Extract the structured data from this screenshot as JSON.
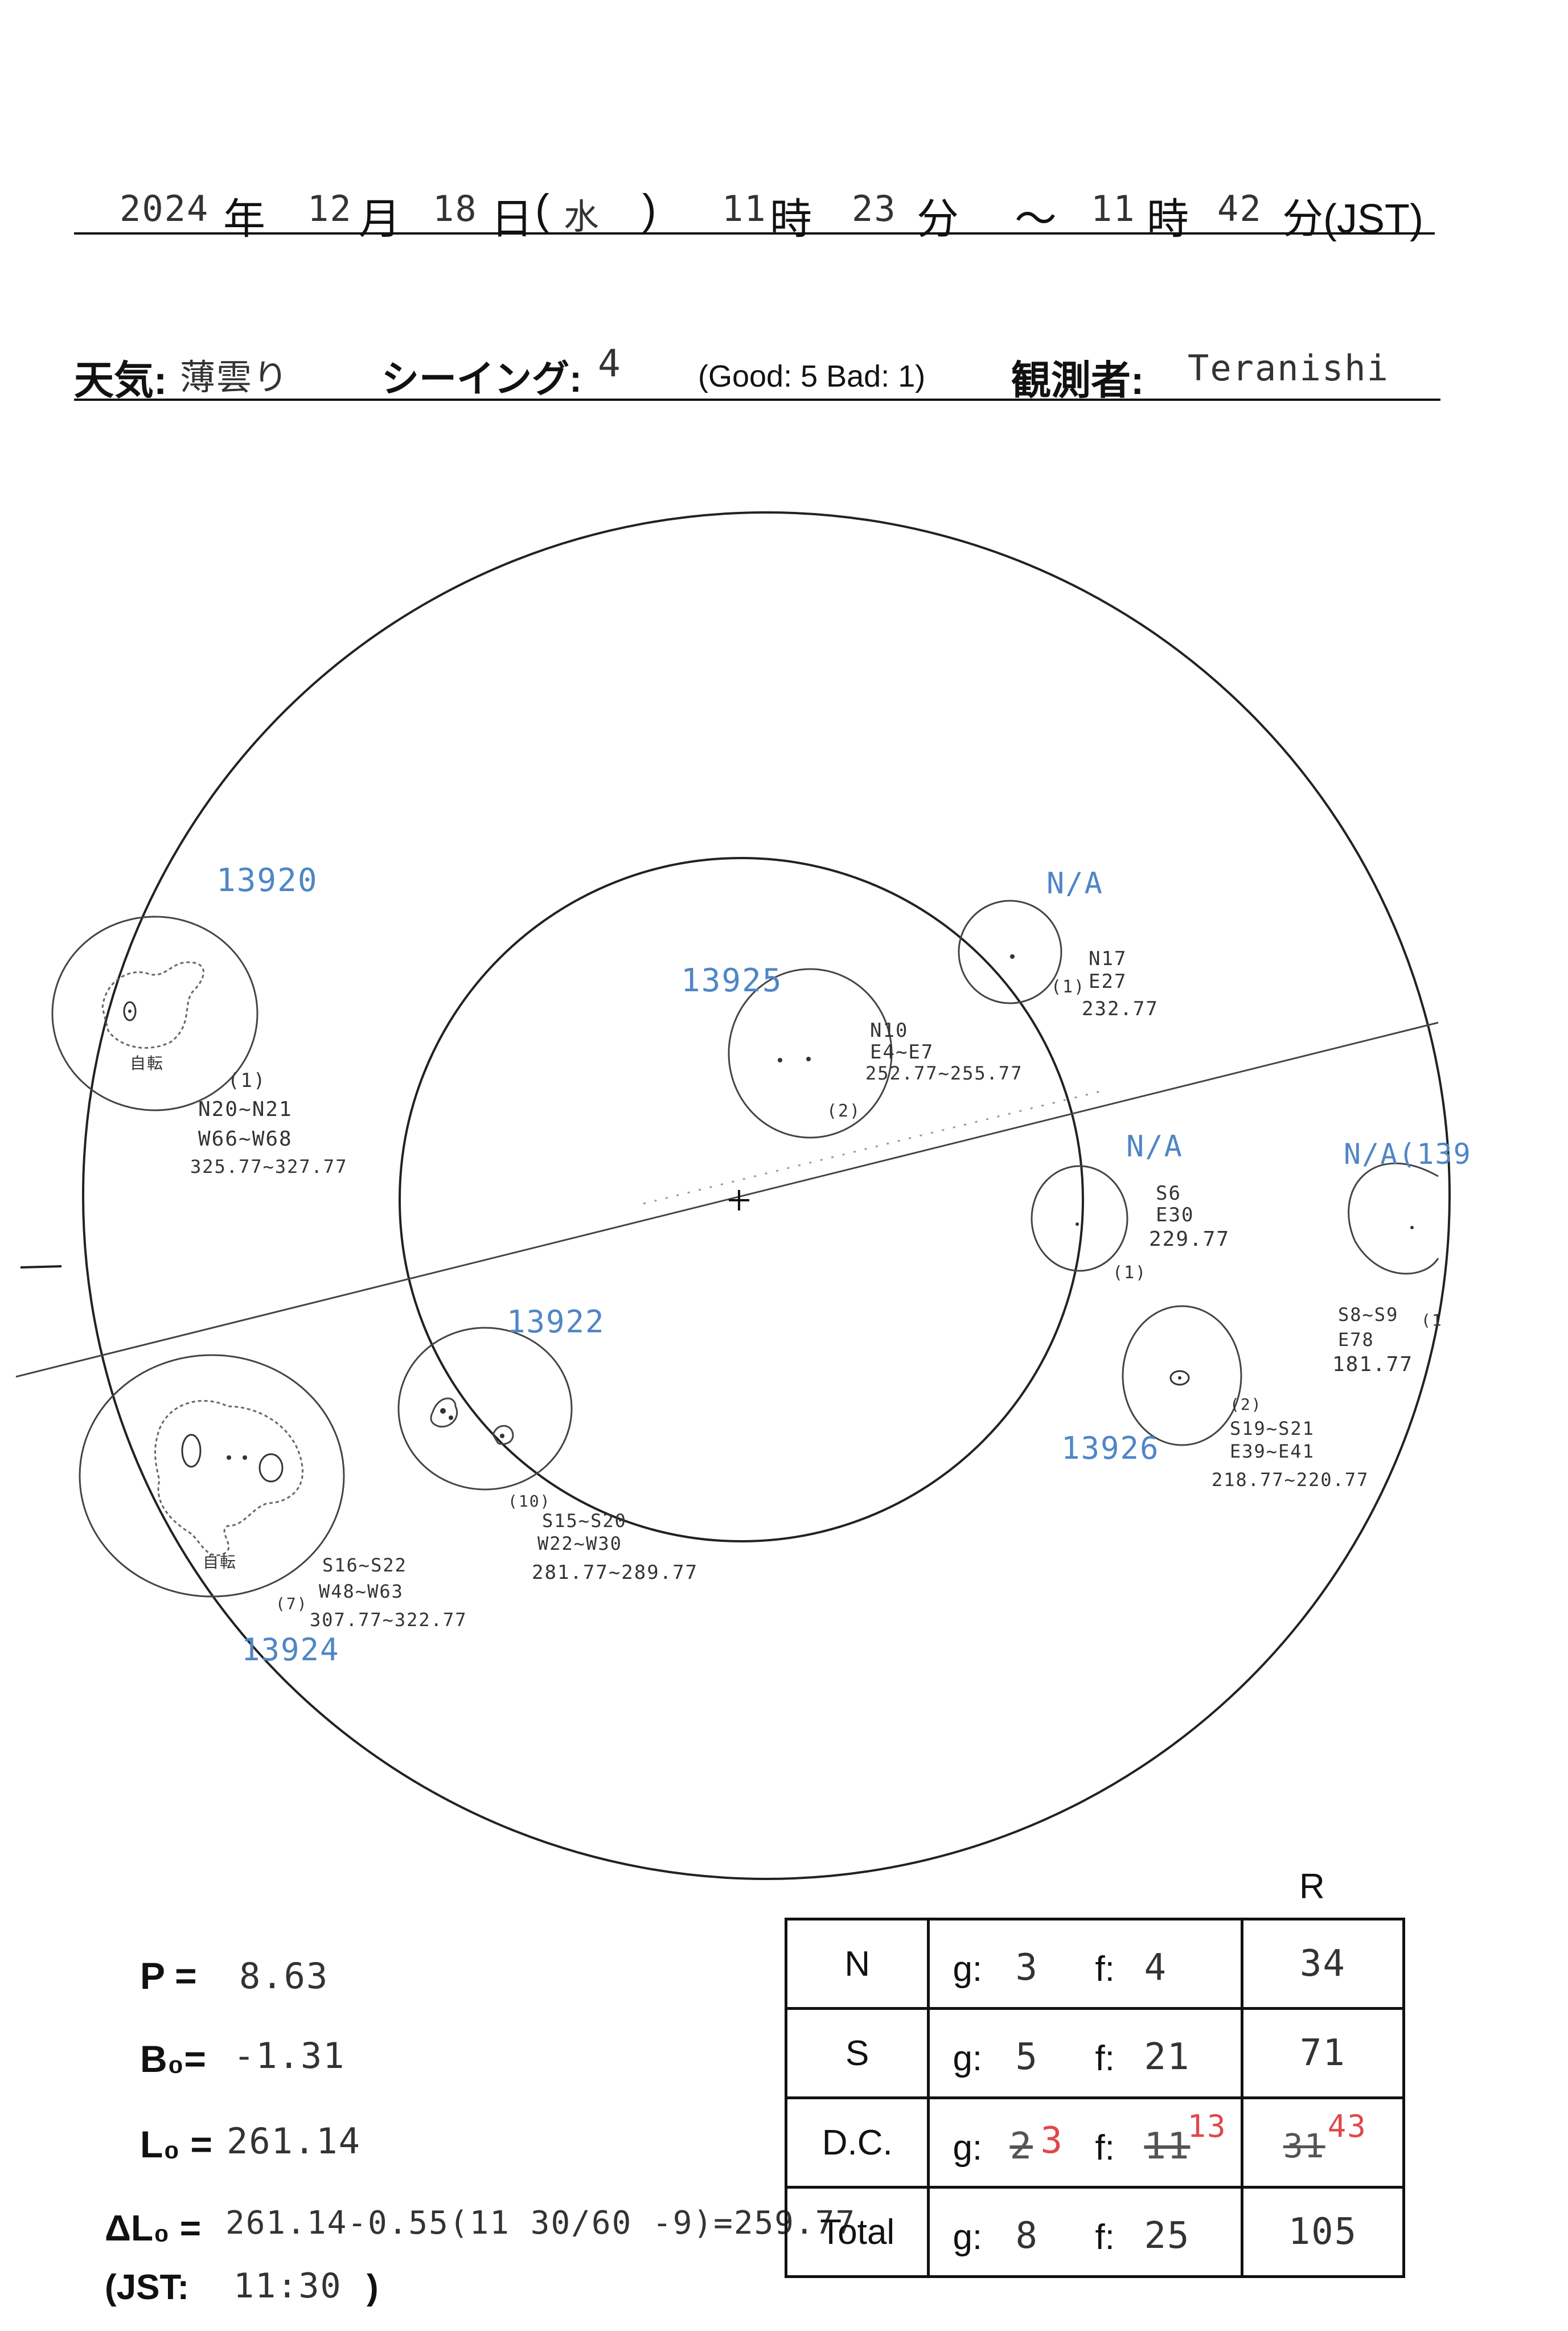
{
  "header": {
    "year": "2024",
    "year_unit": "年",
    "month": "12",
    "month_unit": "月",
    "day": "18",
    "day_unit": "日",
    "weekday_open": "(",
    "weekday": "水",
    "weekday_close": ")",
    "start_hour": "11",
    "hour_unit": "時",
    "start_min": "23",
    "min_unit": "分",
    "tilde": "～",
    "end_hour": "11",
    "end_hour_unit": "時",
    "end_min": "42",
    "end_min_unit": "分(JST)"
  },
  "conditions": {
    "weather_label": "天気:",
    "weather_value": "薄雲り",
    "seeing_label": "シーイング:",
    "seeing_value": "4",
    "seeing_scale": "(Good: 5  Bad: 1)",
    "observer_label": "観測者:",
    "observer_value": "Teranishi"
  },
  "regions": [
    {
      "number": "13920",
      "count": "(1)",
      "lat": "N20~N21",
      "lon": "W66~W68",
      "carrington": "325.77~327.77",
      "note": "自転"
    },
    {
      "number": "13925",
      "count": "(2)",
      "lat": "N10",
      "lon": "E4~E7",
      "carrington": "252.77~255.77"
    },
    {
      "number": "N/A",
      "count": "(1)",
      "lat": "N17",
      "lon": "E27",
      "carrington": "232.77"
    },
    {
      "number": "N/A",
      "count": "(1)",
      "lat": "S6",
      "lon": "E30",
      "carrington": "229.77"
    },
    {
      "number": "N/A(139",
      "count": "(1",
      "lat": "S8~S9",
      "lon": "E78",
      "carrington": "181.77"
    },
    {
      "number": "13922",
      "count": "(10)",
      "lat": "S15~S20",
      "lon": "W22~W30",
      "carrington": "281.77~289.77"
    },
    {
      "number": "13926",
      "count": "(2)",
      "lat": "S19~S21",
      "lon": "E39~E41",
      "carrington": "218.77~220.77"
    },
    {
      "number": "13924",
      "count": "(7)",
      "lat": "S16~S22",
      "lon": "W48~W63",
      "carrington": "307.77~322.77",
      "note": "自転"
    }
  ],
  "parameters": {
    "p_label": "P =",
    "p_value": "8.63",
    "b0_label": "B₀=",
    "b0_value": "-1.31",
    "l0_label": "L₀ =",
    "l0_value": "261.14",
    "dl0_label": "ΔL₀ =",
    "dl0_expr": "261.14-0.55(11 30/60 -9)=259.77",
    "jst_label": "(JST:",
    "jst_value": "11:30",
    "jst_close": ")"
  },
  "summary": {
    "r_header": "R",
    "g_label": "g:",
    "f_label": "f:",
    "rows": [
      {
        "label": "N",
        "g": "3",
        "f": "4",
        "r": "34"
      },
      {
        "label": "S",
        "g": "5",
        "f": "21",
        "r": "71"
      },
      {
        "label": "D.C.",
        "g_old": "2",
        "g": "3",
        "f_old": "11",
        "f": "13",
        "r_old": "31",
        "r": "43"
      },
      {
        "label": "Total",
        "g": "8",
        "f": "25",
        "r": "105"
      }
    ]
  },
  "colors": {
    "ink": "#111111",
    "pencil": "#333333",
    "blue_pencil": "#4f86c6",
    "red_pencil": "#e0484a"
  }
}
